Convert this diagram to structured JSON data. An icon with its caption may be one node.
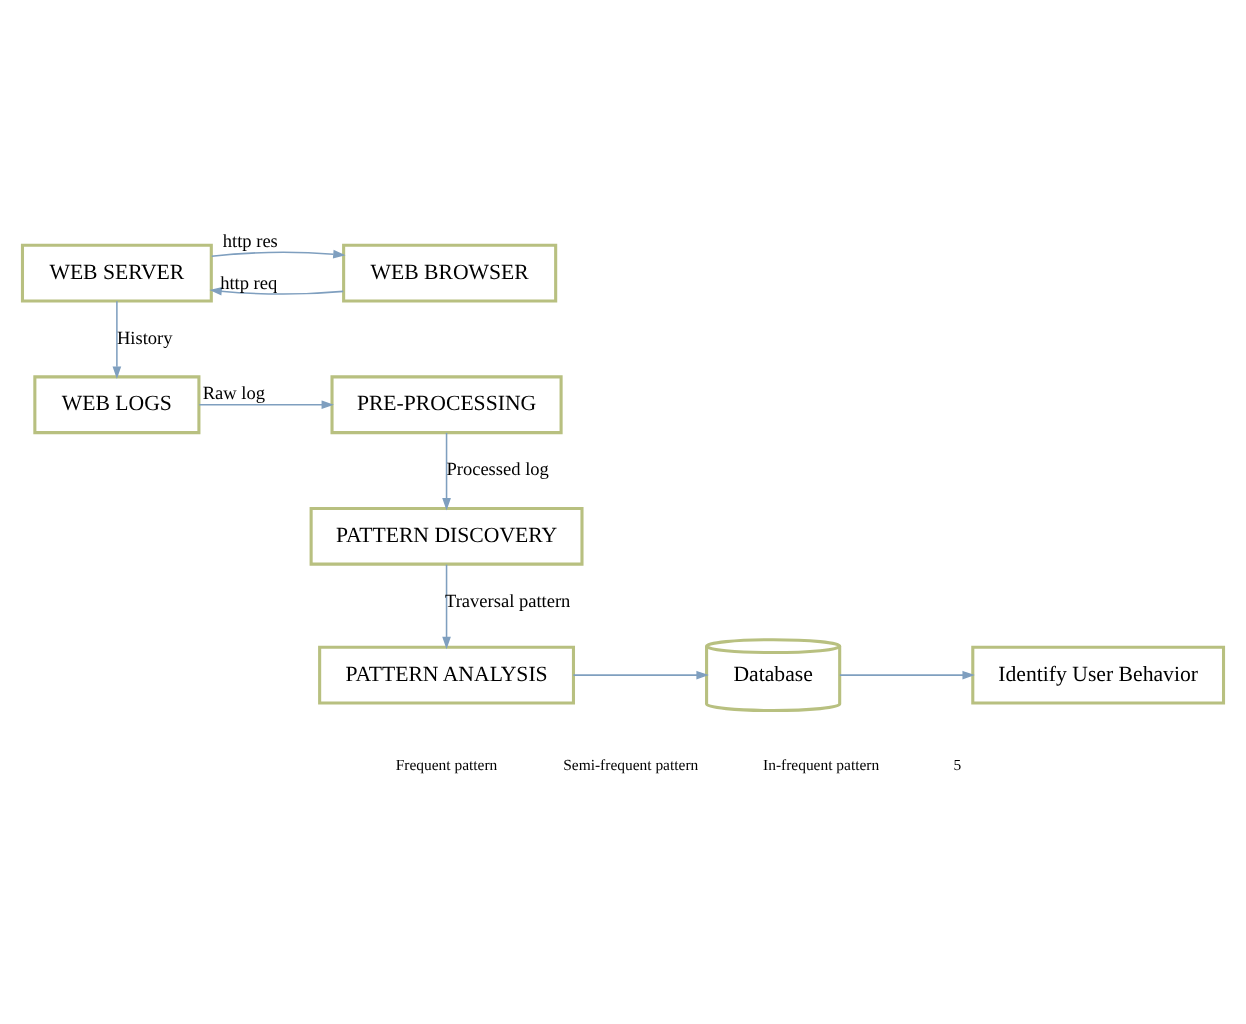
{
  "diagram": {
    "nodes": [
      {
        "text": [
          "WEB SERVER"
        ]
      },
      {
        "text": [
          "WEB BROWSER"
        ]
      },
      {
        "text": [
          "WEB LOGS"
        ]
      },
      {
        "text": [
          "PRE-PROCESSING"
        ]
      },
      {
        "text": [
          "PATTERN DISCOVERY"
        ]
      },
      {
        "text": [
          "PATTERN ANALYSIS"
        ]
      },
      {
        "text": [
          "Database"
        ]
      },
      {
        "text": [
          "Identify User Behavior"
        ]
      }
    ],
    "edges": [
      {
        "from": 1,
        "to": 0,
        "arrow": "to",
        "label": "http req"
      },
      {
        "from": 0,
        "to": 1,
        "arrow": "to",
        "label": "http res"
      },
      {
        "from": 0,
        "to": 2,
        "arrow": "to",
        "label": "History"
      },
      {
        "from": 2,
        "to": 3,
        "arrow": "to",
        "label": "Raw log"
      },
      {
        "from": 3,
        "to": 4,
        "arrow": "to",
        "label": "Processed log"
      },
      {
        "from": 4,
        "to": 5,
        "arrow": "to",
        "label": "Traversal pattern"
      },
      {
        "from": 5,
        "to": 6,
        "arrow": "to"
      },
      {
        "from": 6,
        "to": 7,
        "arrow": "to"
      }
    ],
    "labels": [
      "Frequent pattern",
      "Semi-frequent pattern",
      "In-frequent pattern",
      "5"
    ]
  }
}
